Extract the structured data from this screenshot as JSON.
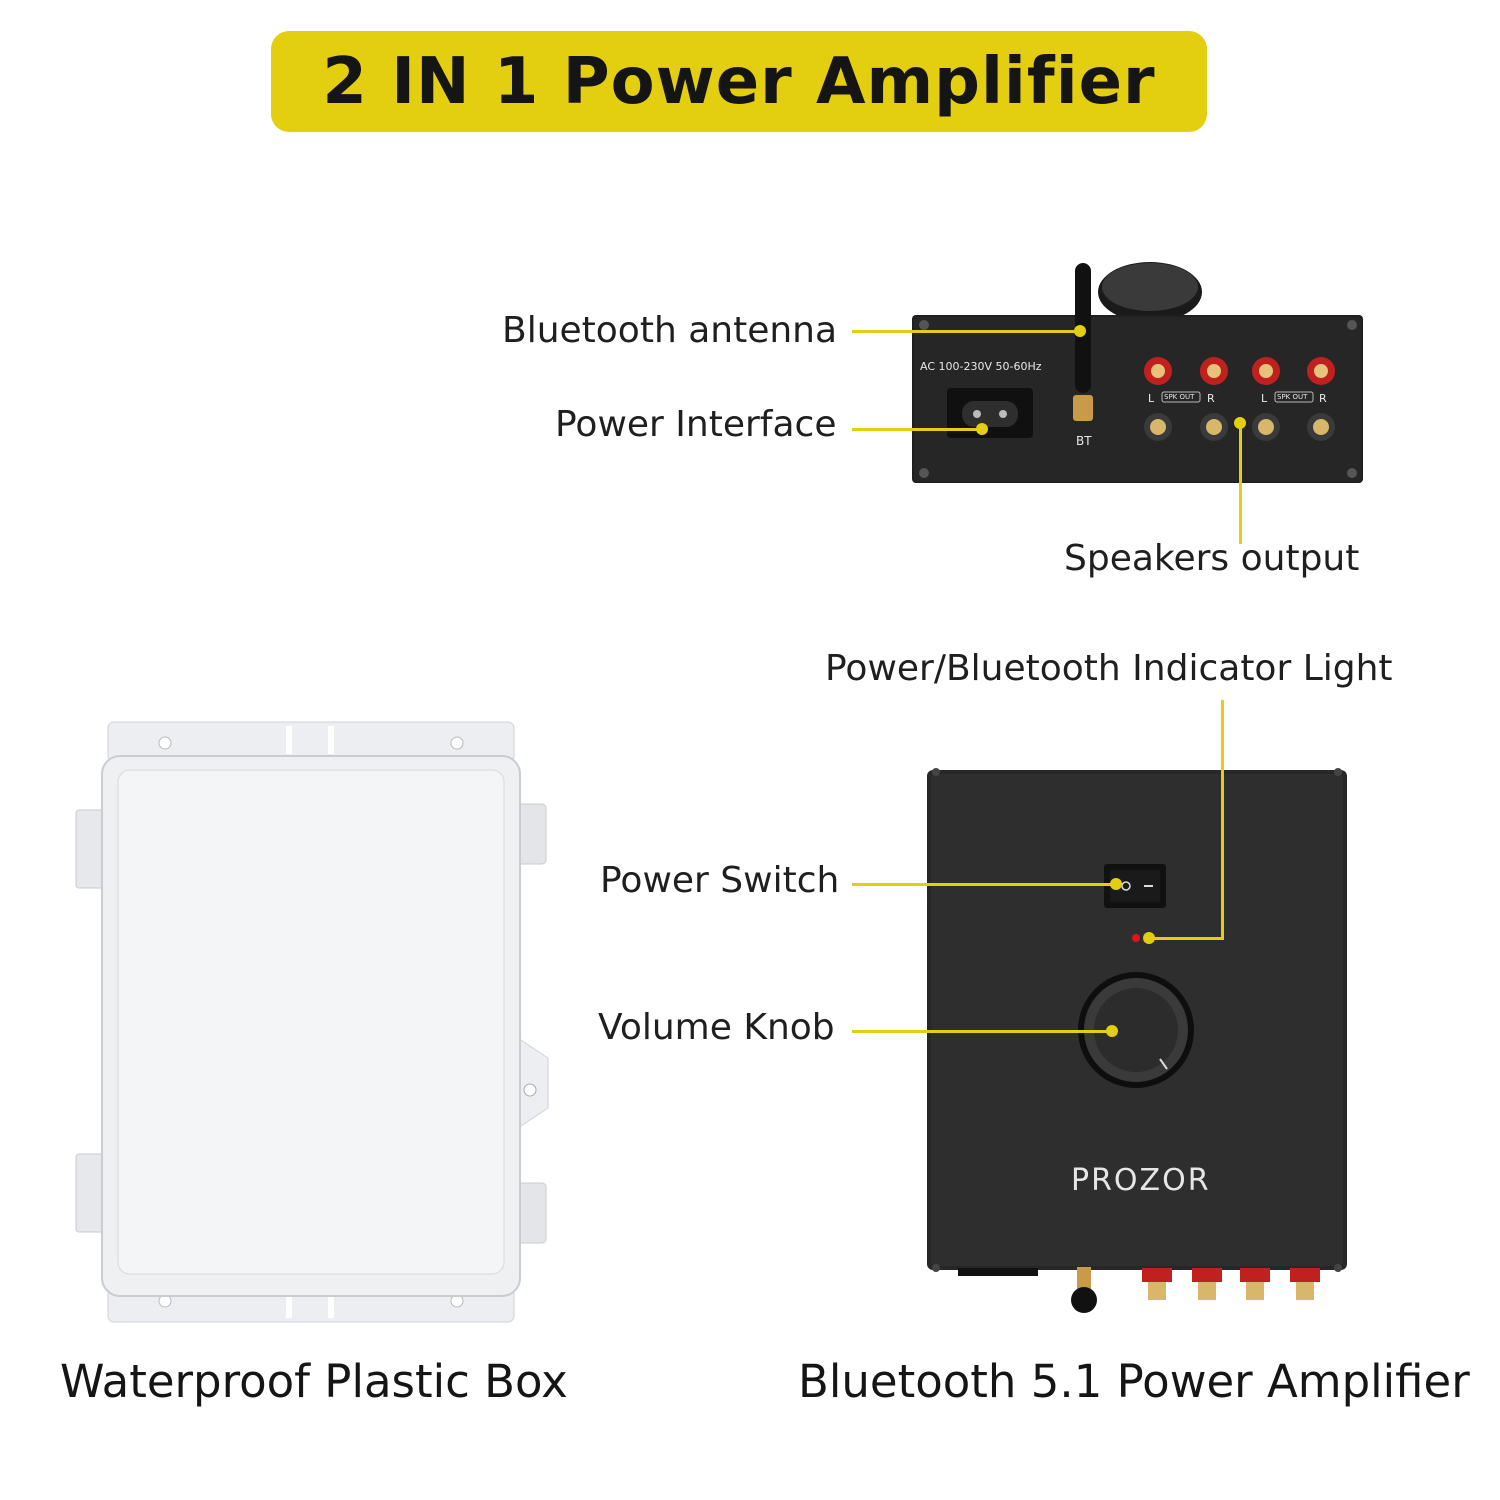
{
  "banner": {
    "title": "2 IN 1 Power Amplifier",
    "color": "#e3cf0f"
  },
  "rear_panel": {
    "labels": {
      "antenna": "Bluetooth antenna",
      "power_interface": "Power Interface",
      "speakers_output": "Speakers output"
    },
    "printed": {
      "ac_rating": "AC 100-230V 50-60Hz",
      "bt": "BT",
      "left": "L",
      "right": "R",
      "spk_out": "SPK OUT"
    }
  },
  "front_panel": {
    "labels": {
      "indicator": "Power/Bluetooth Indicator Light",
      "power_switch": "Power Switch",
      "volume_knob": "Volume Knob"
    },
    "brand": "PROZOR"
  },
  "captions": {
    "box": "Waterproof Plastic Box",
    "amplifier": "Bluetooth 5.1 Power Amplifier"
  },
  "colors": {
    "accent": "#e3cf0f",
    "device": "#2a2a2a",
    "box": "#f1f2f4",
    "indicator": "#e0141e"
  }
}
